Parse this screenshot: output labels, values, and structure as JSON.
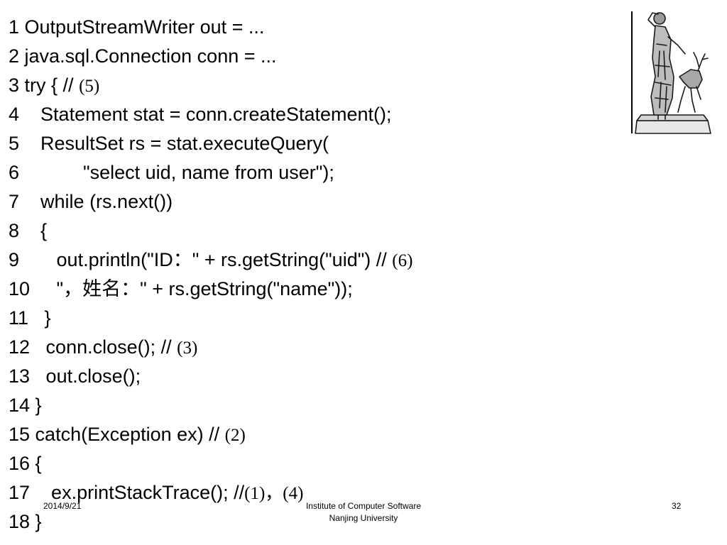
{
  "slide": {
    "code_lines": [
      {
        "number": "1",
        "code": " OutputStreamWriter out = ...",
        "comment": ""
      },
      {
        "number": "2",
        "code": " java.sql.Connection conn = ...",
        "comment": ""
      },
      {
        "number": "3",
        "code": " try { // ",
        "comment": "(5)"
      },
      {
        "number": "4",
        "code": "    Statement stat = conn.createStatement();",
        "comment": ""
      },
      {
        "number": "5",
        "code": "    ResultSet rs = stat.executeQuery(",
        "comment": ""
      },
      {
        "number": "6",
        "code": "            \"select uid, name from user\");",
        "comment": ""
      },
      {
        "number": "7",
        "code": "    while (rs.next())",
        "comment": ""
      },
      {
        "number": "8",
        "code": "    {",
        "comment": ""
      },
      {
        "number": "9",
        "code": "       out.println(\"ID：\" + rs.getString(\"uid\") // ",
        "comment": "(6)"
      },
      {
        "number": "10",
        "code": "     \"，姓名：\" + rs.getString(\"name\"));",
        "comment": ""
      },
      {
        "number": "11",
        "code": "   }",
        "comment": ""
      },
      {
        "number": "12",
        "code": "   conn.close(); // ",
        "comment": "(3)"
      },
      {
        "number": "13",
        "code": "   out.close();",
        "comment": ""
      },
      {
        "number": "14",
        "code": " }",
        "comment": ""
      },
      {
        "number": "15",
        "code": " catch(Exception ex) // ",
        "comment": "(2)"
      },
      {
        "number": "16",
        "code": " {",
        "comment": ""
      },
      {
        "number": "17",
        "code": "    ex.printStackTrace(); //",
        "comment": "(1)，(4)"
      },
      {
        "number": "18",
        "code": " }",
        "comment": ""
      }
    ]
  },
  "footer": {
    "date": "2014/9/21",
    "institute_line1": "Institute of Computer Software",
    "institute_line2": "Nanjing University",
    "page_number": "32"
  },
  "decoration": {
    "image_icon": "statue-illustration-icon"
  }
}
